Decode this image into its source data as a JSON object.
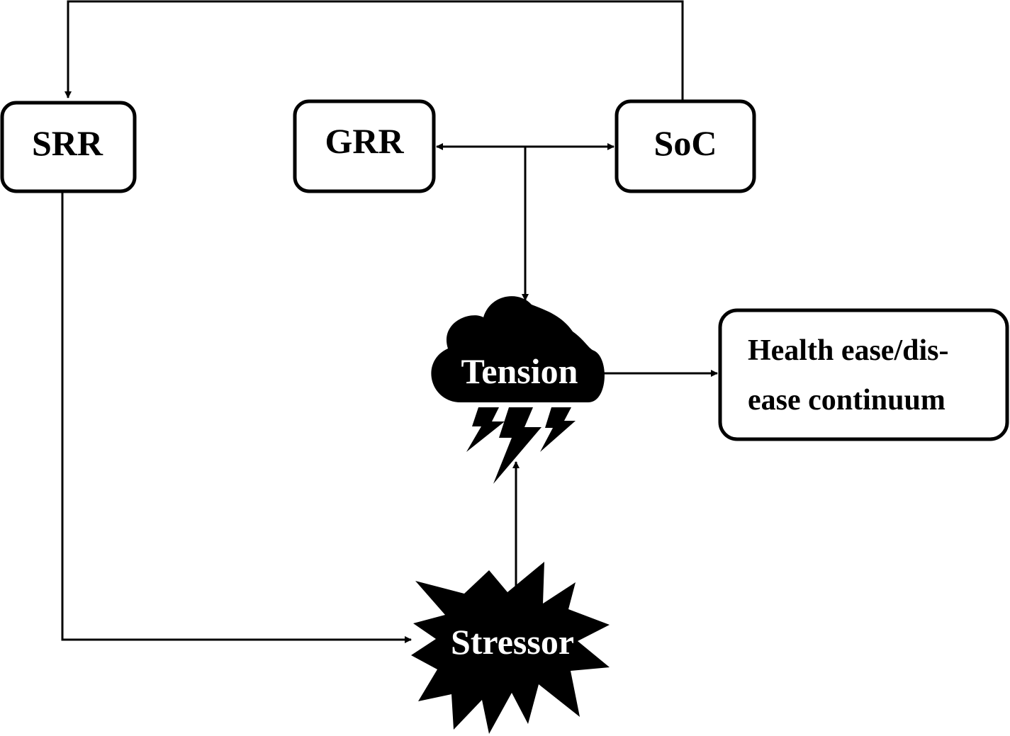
{
  "nodes": {
    "srr": {
      "label": "SRR"
    },
    "grr": {
      "label": "GRR"
    },
    "soc": {
      "label": "SoC"
    },
    "tension": {
      "label": "Tension",
      "icon": "storm-cloud-icon"
    },
    "health": {
      "line1": "Health ease/dis-",
      "line2": "ease continuum"
    },
    "stressor": {
      "label": "Stressor",
      "icon": "starburst-icon"
    }
  },
  "colors": {
    "stroke": "#000000",
    "fill_dark": "#000000",
    "background": "#ffffff",
    "light_text": "#ffffff"
  }
}
